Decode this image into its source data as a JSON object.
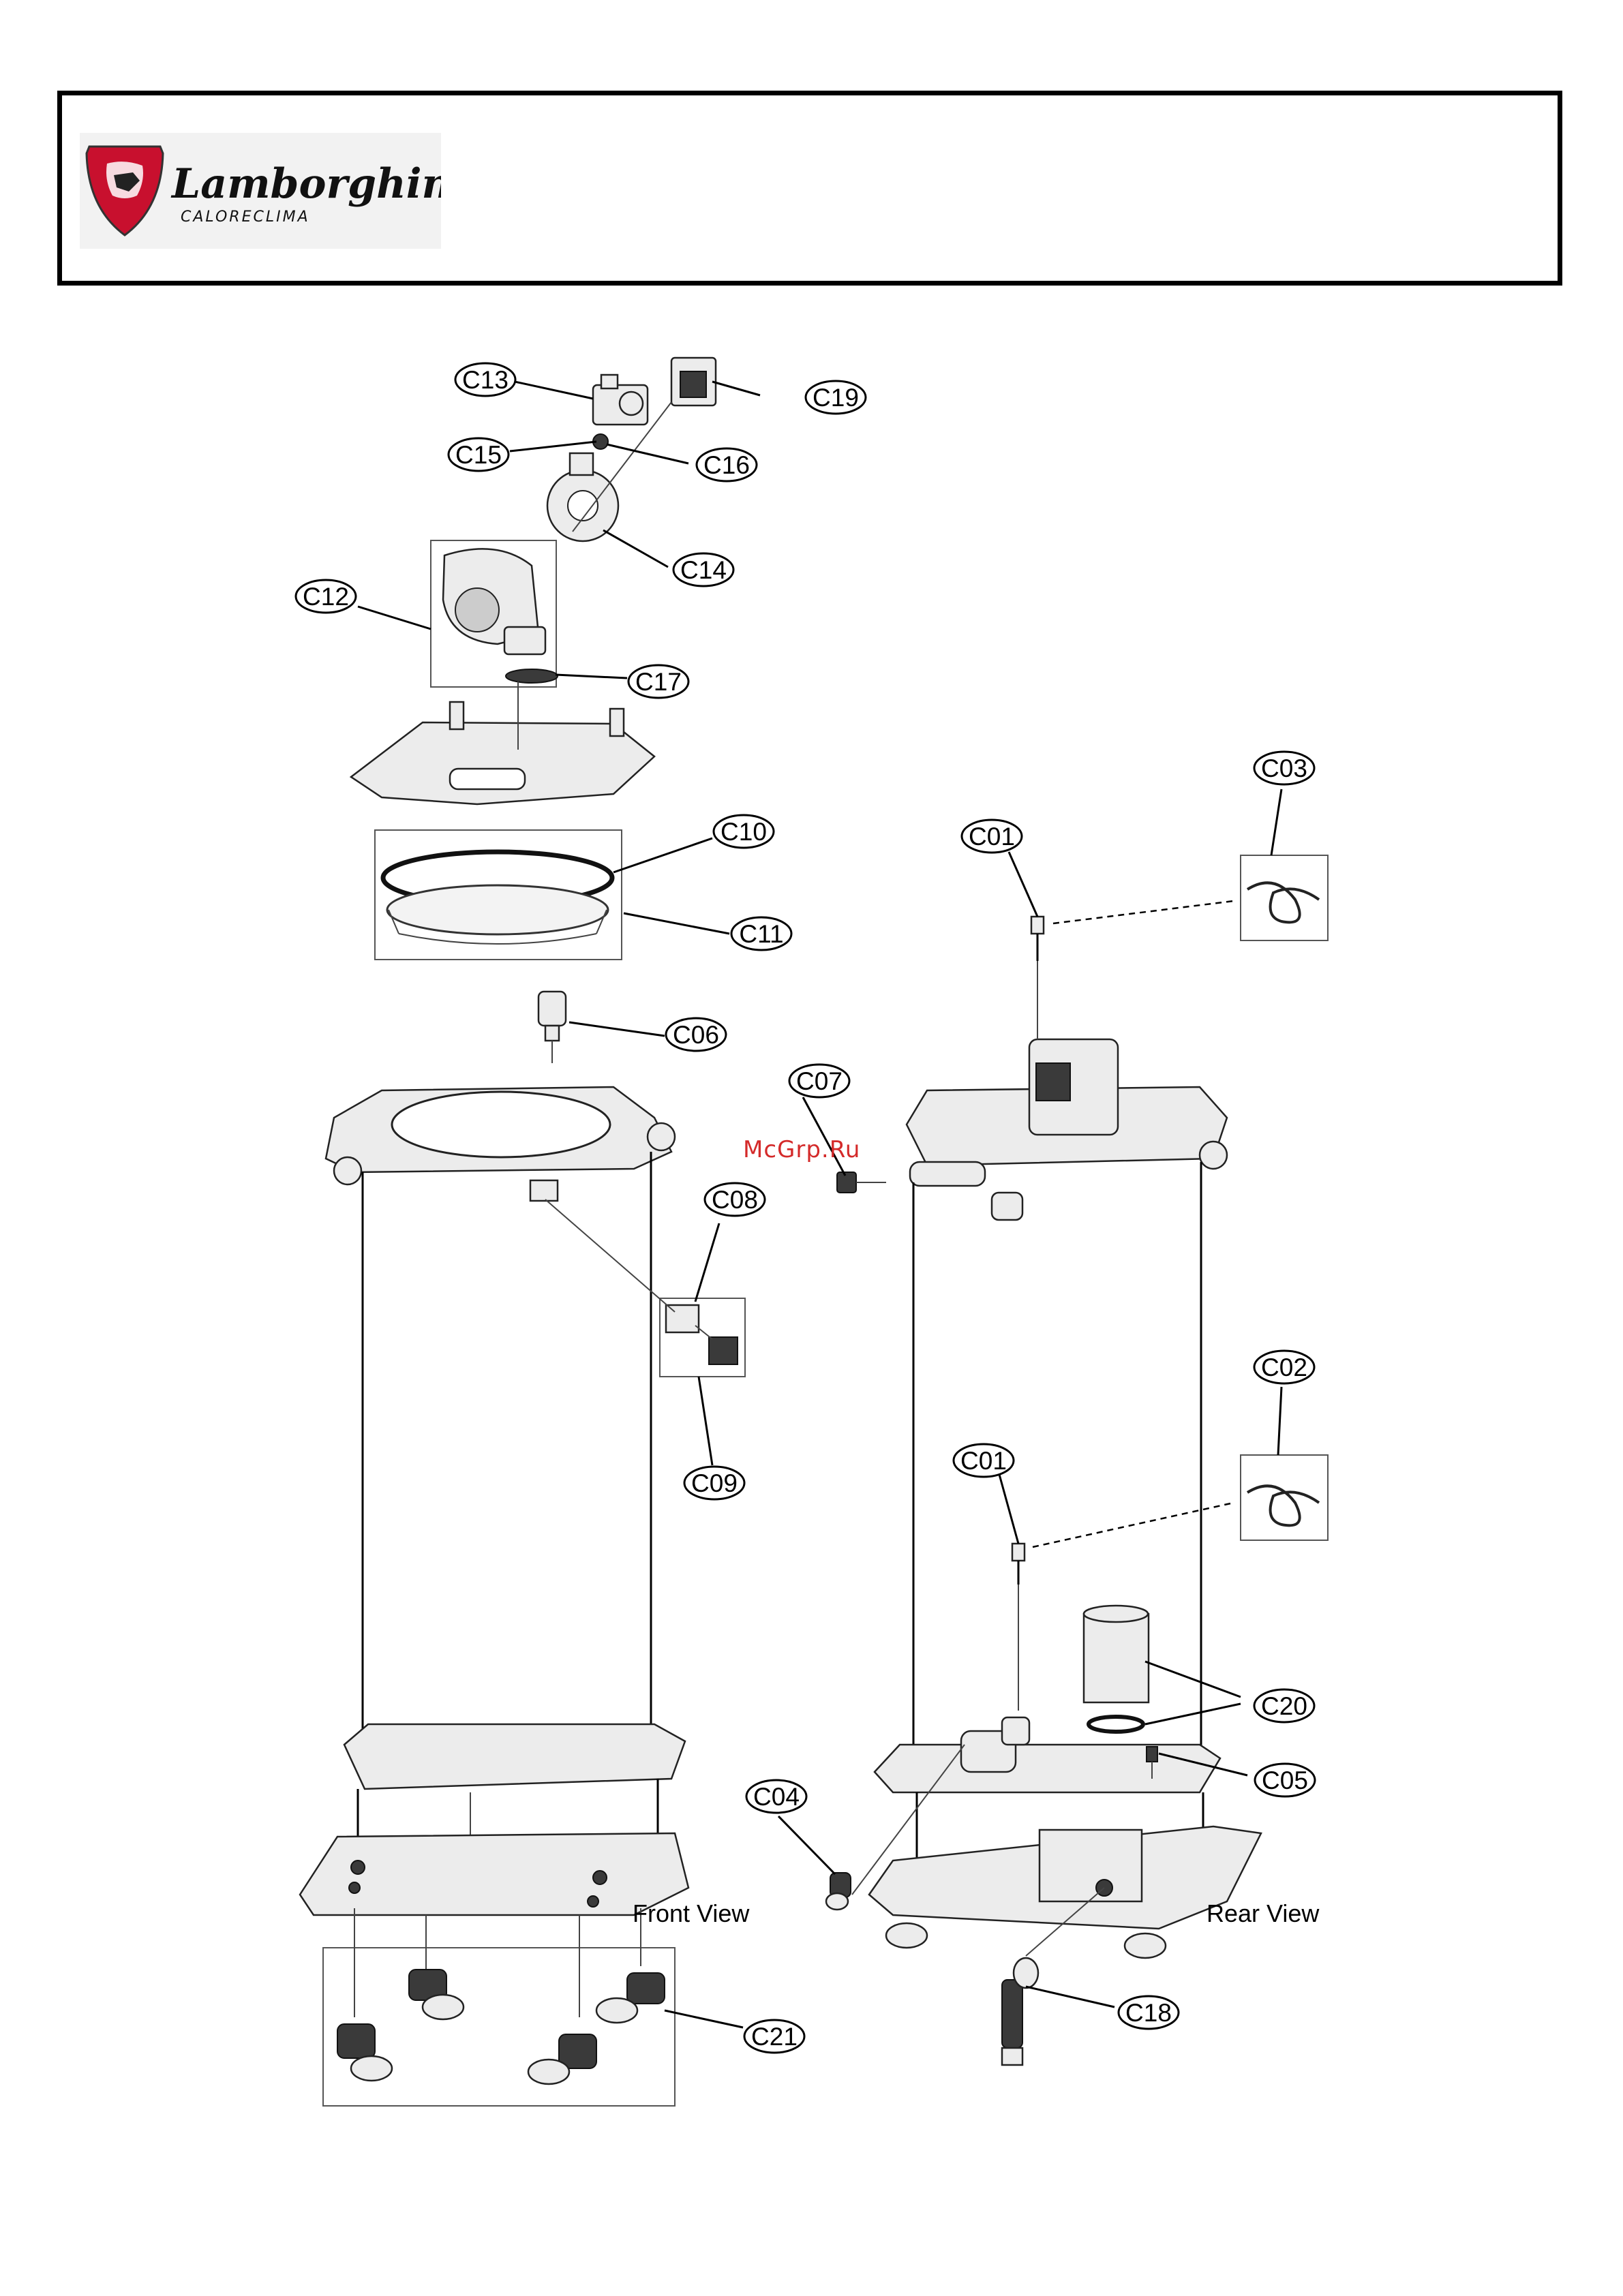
{
  "header": {
    "brand": "Lamborghini",
    "sub_brand": "CALORECLIMA"
  },
  "watermark": "McGrp.Ru",
  "views": {
    "front": "Front View",
    "rear": "Rear View"
  },
  "parts": [
    "C01",
    "C01",
    "C02",
    "C03",
    "C04",
    "C05",
    "C06",
    "C07",
    "C08",
    "C09",
    "C10",
    "C11",
    "C12",
    "C13",
    "C14",
    "C15",
    "C16",
    "C17",
    "C18",
    "C19",
    "C20",
    "C21"
  ],
  "colors": {
    "logo_red": "#c8102e",
    "watermark": "#d42a2a",
    "line": "#000000"
  }
}
